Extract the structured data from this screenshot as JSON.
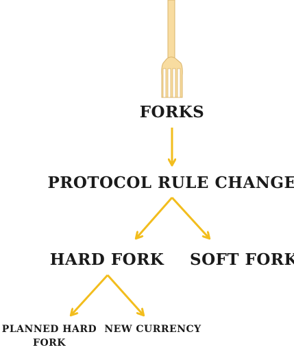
{
  "nodes": {
    "forks": "FORKS",
    "protocol_rule_change": "PROTOCOL RULE CHANGE",
    "hard_fork": "HARD FORK",
    "soft_fork": "SOFT FORK",
    "planned_hard_fork": "PLANNED HARD FORK",
    "new_currency": "NEW CURRENCY"
  },
  "colors": {
    "arrow": "#f2bd1d",
    "fork_icon_fill": "#f8dca0",
    "fork_icon_stroke": "#d9b36a",
    "text": "#1a1a1a"
  },
  "icon": "fork-icon"
}
